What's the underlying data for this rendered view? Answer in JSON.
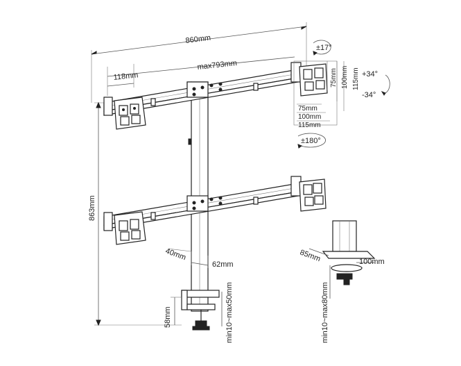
{
  "dimensions": {
    "overall_width": "860mm",
    "max_arm_width": "max793mm",
    "arm_offset": "118mm",
    "height": "863mm",
    "pole_depth": "40mm",
    "pole_width": "62mm",
    "clamp_height": "58mm",
    "clamp_range_side": "min10~max50mm",
    "grommet_depth": "85mm",
    "grommet_width": "100mm",
    "grommet_range": "min10~max80mm",
    "vesa_h_75": "75mm",
    "vesa_h_100": "100mm",
    "vesa_h_115": "115mm",
    "vesa_w_75": "75mm",
    "vesa_w_100": "100mm",
    "vesa_w_115": "115mm"
  },
  "rotations": {
    "swivel": "±17°",
    "tilt_up": "+34°",
    "tilt_down": "-34°",
    "rotate": "±180°"
  }
}
